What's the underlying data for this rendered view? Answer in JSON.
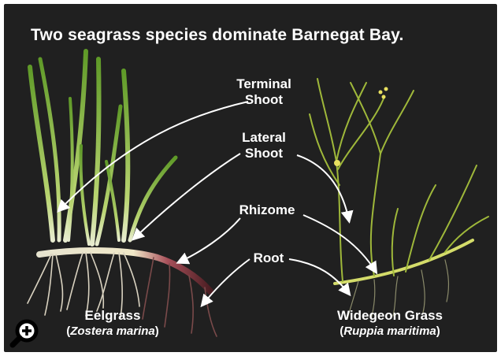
{
  "title": "Two seagrass species dominate Barnegat Bay.",
  "labels": {
    "terminal_shoot": [
      "Terminal",
      "Shoot"
    ],
    "lateral_shoot": [
      "Lateral",
      "Shoot"
    ],
    "rhizome": "Rhizome",
    "root": "Root"
  },
  "species": {
    "eelgrass": {
      "common": "Eelgrass",
      "open": "(",
      "scientific": "Zostera marina",
      "close": ")"
    },
    "widgeon": {
      "common": "Widegeon Grass",
      "open": "(",
      "scientific": "Ruppia maritima",
      "close": ")"
    }
  },
  "icons": {
    "zoom": "zoom-in-magnifier-icon"
  },
  "colors": {
    "background": "#202020",
    "eelgrass_blade": "#8fc23f",
    "widgeon_stem": "#c9d63a",
    "root": "#d9d2c0",
    "rhizome_dark": "#6b2a2e"
  }
}
